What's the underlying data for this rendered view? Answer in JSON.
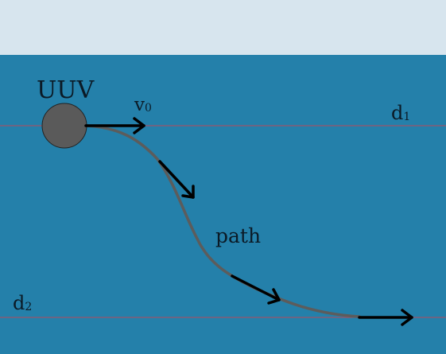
{
  "labels": {
    "vehicle": "UUV",
    "velocity": "v",
    "velocity_sub": "0",
    "depth1": "d",
    "depth1_sub": "1",
    "depth2": "d",
    "depth2_sub": "2",
    "path": "path"
  },
  "colors": {
    "sky": "#d7e5ee",
    "water": "#2480aa",
    "depth_line": "#b44a5c",
    "vehicle_fill": "#5a5a5a",
    "path_stroke": "#5c5c5c",
    "arrow": "#000000"
  }
}
